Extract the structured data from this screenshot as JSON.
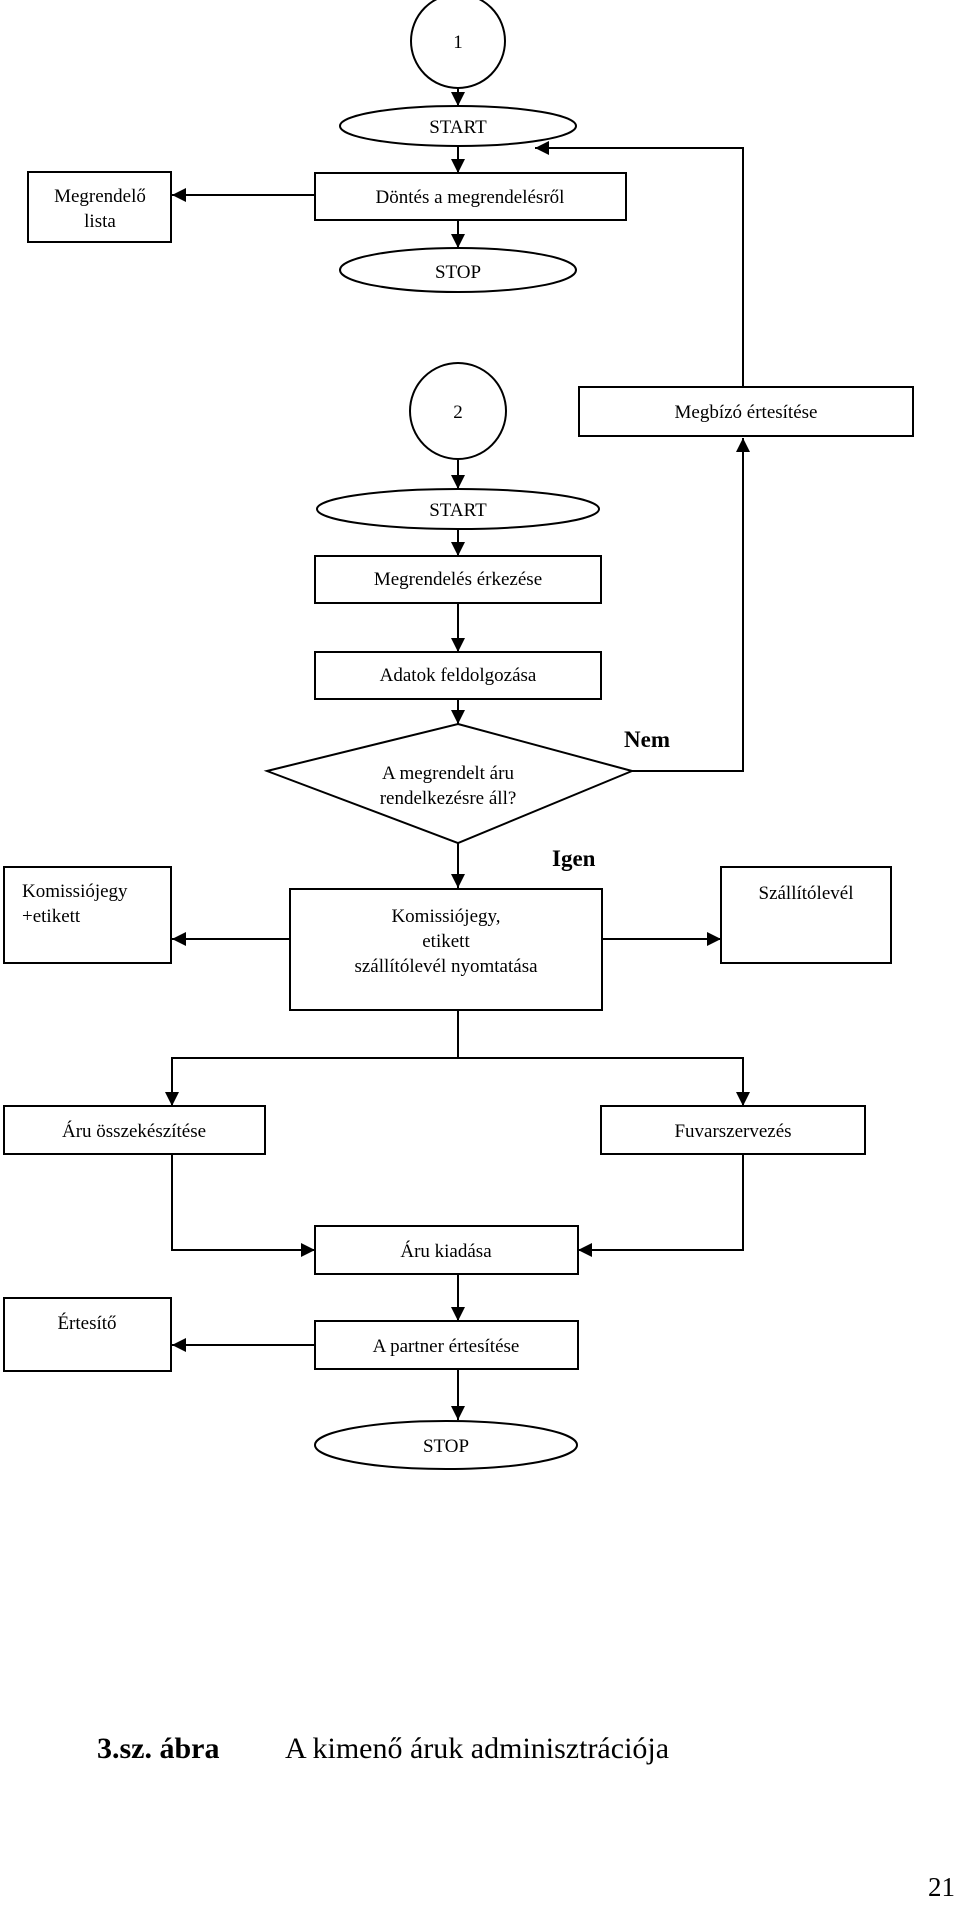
{
  "nodes": {
    "connector_1": "1",
    "start_1": "START",
    "megrendelo_lista": [
      "Megrendelő",
      "lista"
    ],
    "dontes": "Döntés a megrendelésről",
    "stop_1": "STOP",
    "connector_2": "2",
    "megbizo_ertesitese": "Megbízó értesítése",
    "start_2": "START",
    "megrendeles_erkezese": "Megrendelés érkezése",
    "adatok_feldolgozasa": "Adatok feldolgozása",
    "decision": [
      "A megrendelt áru",
      "rendelkezésre áll?"
    ],
    "komissiojegy_etikett": [
      "Komissiójegy",
      "+etikett"
    ],
    "komissiojegy_nyomtatas": [
      "Komissiójegy,",
      "etikett",
      "szállítólevél nyomtatása"
    ],
    "szallitolevel": "Szállítólevél",
    "aru_osszekeszitese": "Áru összekészítése",
    "fuvarszervezes": "Fuvarszervezés",
    "aru_kiadasa": "Áru kiadása",
    "ertesito": "Értesítő",
    "partner_ertesitese": "A partner értesítése",
    "stop_2": "STOP"
  },
  "labels": {
    "nem": "Nem",
    "igen": "Igen"
  },
  "caption": {
    "number": "3.sz. ábra",
    "title": "A kimenő áruk adminisztrációja"
  },
  "page_number": "21"
}
